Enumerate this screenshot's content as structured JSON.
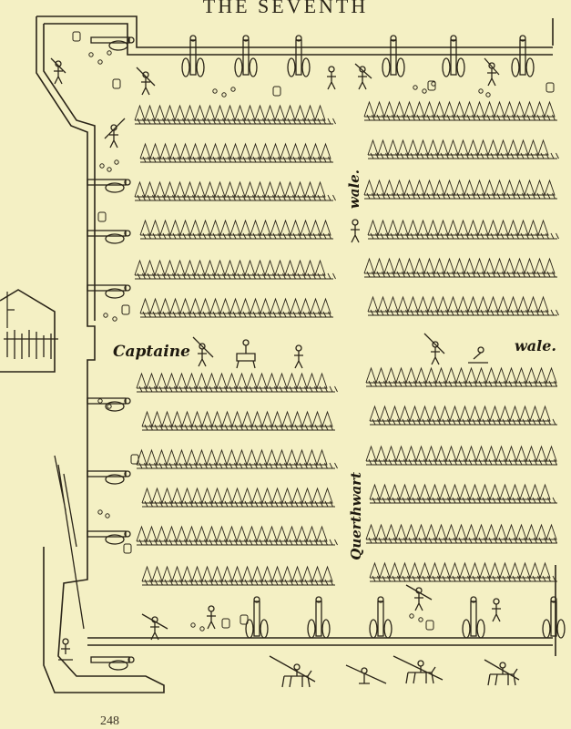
{
  "header": {
    "title": "THE SEVENTH"
  },
  "labels": {
    "captaine": "Captaine",
    "wale_top": "wale.",
    "wale_right": "wale.",
    "querthwart": "Querthwart"
  },
  "footer": {
    "page_number": "248"
  },
  "colors": {
    "paper": "#f4f0c4",
    "ink": "#2a2418"
  }
}
